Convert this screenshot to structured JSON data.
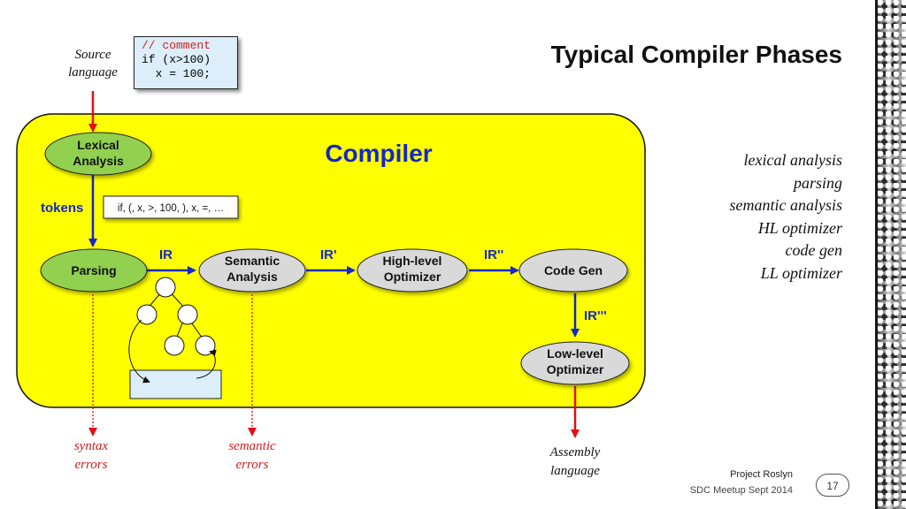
{
  "title": "Typical Compiler Phases",
  "source_label": [
    "Source",
    "language"
  ],
  "code_snippet": {
    "comment": "// comment",
    "line2": "if (x>100)",
    "line3": "  x = 100;"
  },
  "compiler_label": "Compiler",
  "nodes": {
    "lexical": [
      "Lexical",
      "Analysis"
    ],
    "parsing": [
      "Parsing"
    ],
    "semantic": [
      "Semantic",
      "Analysis"
    ],
    "hl_optimizer": [
      "High-level",
      "Optimizer"
    ],
    "code_gen": [
      "Code Gen"
    ],
    "ll_optimizer": [
      "Low-level",
      "Optimizer"
    ]
  },
  "edge_labels": {
    "tokens": "tokens",
    "ir": "IR",
    "ir1": "IR'",
    "ir2": "IR''",
    "ir3": "IR'''"
  },
  "token_stream": "if, (, x, >, 100, ), x, =, …",
  "phase_list": [
    "lexical analysis",
    "parsing",
    "semantic analysis",
    "HL optimizer",
    "code gen",
    "LL optimizer"
  ],
  "errors": {
    "syntax": [
      "syntax",
      "errors"
    ],
    "semantic": [
      "semantic",
      "errors"
    ]
  },
  "output_label": [
    "Assembly",
    "language"
  ],
  "footer": {
    "project": "Project Roslyn",
    "event": "SDC Meetup Sept 2014",
    "slide_number": "17"
  },
  "colors": {
    "compiler_fill": "#ffff00",
    "green_node": "#92d050",
    "gray_node": "#d9d9d9",
    "flow_arrow": "#1428c8",
    "source_arrow": "#e01010",
    "error_line": "#e01010",
    "label_blue": "#1428c8"
  }
}
